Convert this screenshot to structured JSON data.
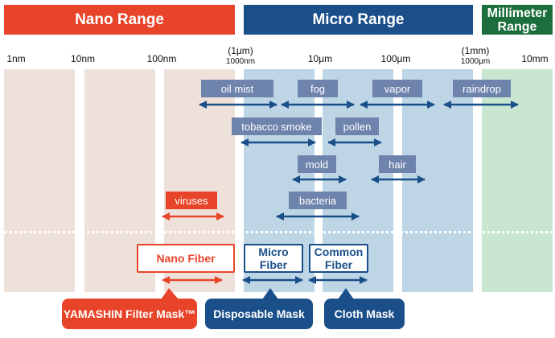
{
  "ranges": {
    "nano": "Nano Range",
    "micro": "Micro Range",
    "milli_line1": "Millimeter",
    "milli_line2": "Range"
  },
  "scale": {
    "1nm": "1nm",
    "10nm": "10nm",
    "100nm": "100nm",
    "1um_top": "(1μm)",
    "1um_sub": "1000nm",
    "10um": "10μm",
    "100um": "100μm",
    "1mm_top": "(1mm)",
    "1mm_sub": "1000μm",
    "10mm": "10mm"
  },
  "particles": {
    "oil_mist": "oil mist",
    "fog": "fog",
    "vapor": "vapor",
    "raindrop": "raindrop",
    "tobacco_smoke": "tobacco smoke",
    "pollen": "pollen",
    "mold": "mold",
    "hair": "hair",
    "viruses": "viruses",
    "bacteria": "bacteria"
  },
  "filters": {
    "nano_fiber": "Nano Fiber",
    "micro_fiber_1": "Micro",
    "micro_fiber_2": "Fiber",
    "common_fiber_1": "Common",
    "common_fiber_2": "Fiber"
  },
  "masks": {
    "yamashin": "YAMASHIN Filter Mask™",
    "disposable": "Disposable Mask",
    "cloth": "Cloth Mask"
  },
  "colors": {
    "nano": "#e8442a",
    "micro": "#1a4f8a",
    "milli": "#1c6e3c",
    "tag": "#6f84ad"
  }
}
